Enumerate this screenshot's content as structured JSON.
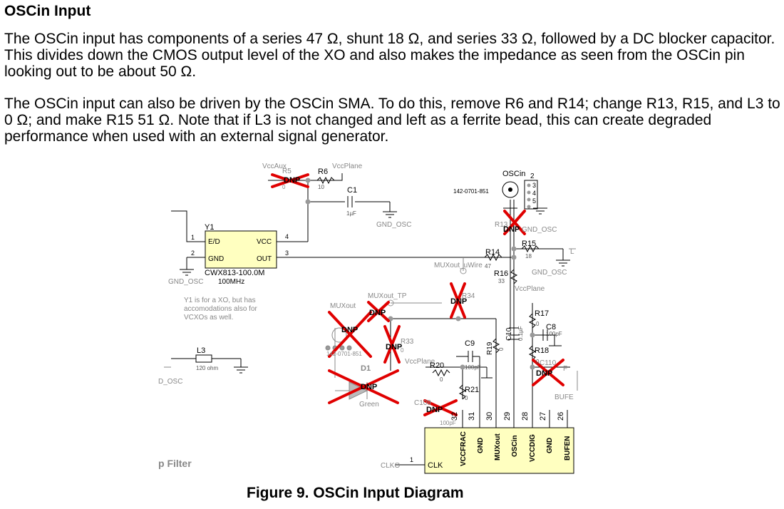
{
  "heading": "OSCin Input",
  "paragraphs": [
    "The OSCin input has components of a series 47 Ω, shunt 18 Ω, and series 33 Ω, followed by a DC blocker capacitor. This divides down the CMOS output level of the XO and also makes the impedance as seen from the OSCin pin looking out to be about 50 Ω.",
    "The OSCin input can also be driven by the OSCin SMA. To do this, remove R6 and R14; change R13, R15, and L3 to 0 Ω; and make R15 51 Ω. Note that if L3 is not changed and left as a ferrite bead, this can create degraded performance when used with an external signal generator."
  ],
  "caption": "Figure 9. OSCin Input Diagram",
  "schematic": {
    "vccaux": "VccAux",
    "r5": "R5",
    "r5_val": "0",
    "dnp": "DNP",
    "r6": "R6",
    "r6_val": "10",
    "vccplane": "VccPlane",
    "c1": "C1",
    "c1_val": "1µF",
    "gnd_osc": "GND_OSC",
    "y1": "Y1",
    "y1_ed": "E/D",
    "y1_vcc": "VCC",
    "y1_gnd": "GND",
    "y1_out": "OUT",
    "pin1": "1",
    "pin2": "2",
    "pin3": "3",
    "pin4": "4",
    "y1_part": "CWX813-100.0M",
    "y1_freq": "100MHz",
    "y1_note_1": "Y1 is for a XO, but has",
    "y1_note_2": "accomodations also for",
    "y1_note_3": "VCXOs as well.",
    "oscin_sma": "OSCin",
    "sma_2": "2",
    "sma_3": "3",
    "sma_4": "4",
    "sma_5": "5",
    "sma_part": "142-0701-851",
    "r13": "R13",
    "r14": "R14",
    "r14_val": "47",
    "r15": "R15",
    "r15_val": "18",
    "r16": "R16",
    "r16_val": "33",
    "muxout_uwire": "MUXout_uWire",
    "l_cut": "L",
    "muxout_tp": "MUXout_TP",
    "muxout": "MUXout",
    "r34": "R34",
    "r33": "R33",
    "r33_val": "0",
    "r17": "R17",
    "r17_val": "0",
    "c8": "C8",
    "c8_val": "100pF",
    "c9": "C9",
    "c9_val": "100pF",
    "c10": "C10",
    "c10_val": "0.1µF",
    "r18": "R18",
    "r18_val": "0",
    "r19": "R19",
    "r19_val": "0",
    "c110": "C110",
    "f_cut": "F",
    "r20": "R20",
    "r20_val": "0",
    "r21": "R21",
    "r21_val": "0",
    "d1": "D1",
    "d1_color": "Green",
    "c109": "C109",
    "c109_val": "100pF",
    "mux_part": "142-0701-851",
    "l3": "L3",
    "l3_val": "120 ohm",
    "d_osc": "D_OSC",
    "p_filter": "p Filter",
    "bufe": "BUFE",
    "clk_src": "CLKO",
    "clk_pin": "1",
    "clk": "CLK",
    "pins": [
      "32",
      "31",
      "30",
      "29",
      "28",
      "27",
      "26"
    ],
    "pin_names": [
      "VCCFRAC",
      "GND",
      "MUXout",
      "OSCin",
      "VCCDIG",
      "GND",
      "BUFEN"
    ]
  }
}
